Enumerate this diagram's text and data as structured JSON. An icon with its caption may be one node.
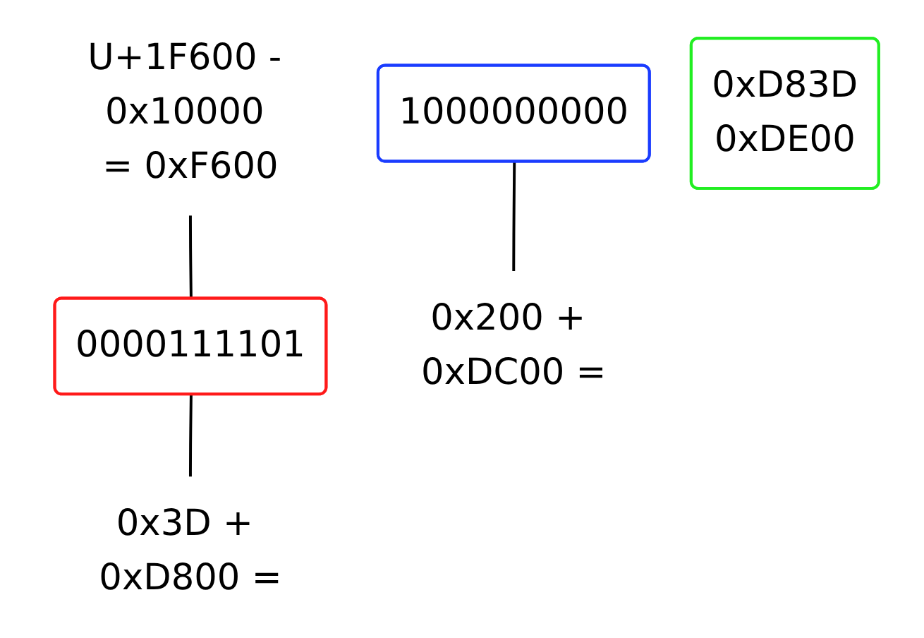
{
  "diagram": {
    "nodes": [
      {
        "text": [
          "U+1F600 - 0x10000 = 0xF600"
        ]
      },
      {
        "text": [
          "0000111101"
        ]
      },
      {
        "text": [
          "1000000000"
        ]
      },
      {
        "text": [
          "0x3D + 0xD800 ="
        ]
      },
      {
        "text": [
          "0x200 + 0xDC00 ="
        ]
      },
      {
        "text": [
          "0xD83D",
          "0xDE00"
        ]
      }
    ],
    "edges": [
      {
        "from": 0,
        "to": 1,
        "arrow": "none"
      },
      {
        "from": 1,
        "to": 3,
        "arrow": "none"
      },
      {
        "from": 2,
        "to": 4,
        "arrow": "none"
      }
    ]
  }
}
